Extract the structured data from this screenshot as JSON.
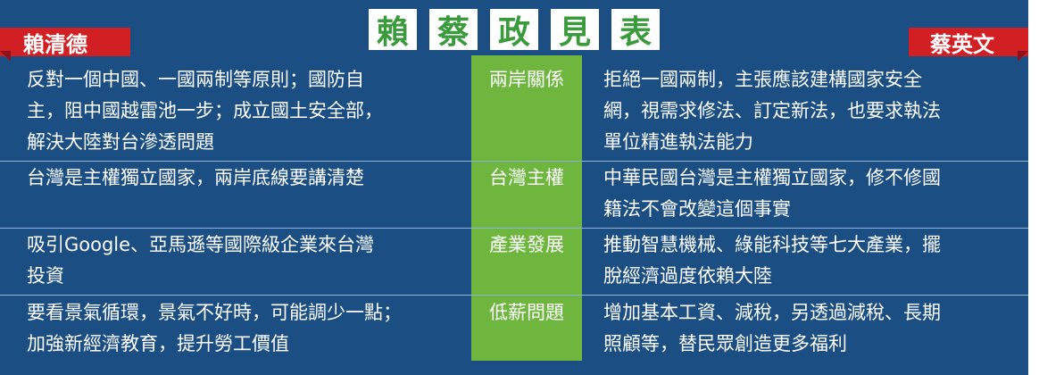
{
  "title_chars": [
    "賴",
    "蔡",
    "政",
    "見",
    "表"
  ],
  "left_name": "賴清德",
  "right_name": "蔡英文",
  "rows": [
    {
      "topic": "兩岸關係",
      "left": [
        "反對一個中國、一國兩制等原則；國防自",
        "主，阻中國越雷池一步；成立國土安全部，",
        "解決大陸對台滲透問題"
      ],
      "right": [
        "拒絕一國兩制，主張應該建構國家安全",
        "網，視需求修法、訂定新法，也要求執法",
        "單位精進執法能力"
      ]
    },
    {
      "topic": "台灣主權",
      "left": [
        "台灣是主權獨立國家，兩岸底線要講清楚"
      ],
      "right": [
        "中華民國台灣是主權獨立國家，修不修國",
        "籍法不會改變這個事實"
      ]
    },
    {
      "topic": "產業發展",
      "left": [
        "吸引Google、亞馬遜等國際級企業來台灣",
        "投資"
      ],
      "right": [
        "推動智慧機械、綠能科技等七大產業，擺",
        "脫經濟過度依賴大陸"
      ]
    },
    {
      "topic": "低薪問題",
      "left": [
        "要看景氣循環，景氣不好時，可能調少一點；",
        "加強新經濟教育，提升勞工價值"
      ],
      "right": [
        "增加基本工資、減稅，另透過減稅、長期",
        "照顧等，替民眾創造更多福利"
      ]
    }
  ],
  "colors": {
    "background": "#1b4e82",
    "title_text": "#3a9a3c",
    "center_column": "#6fb63f",
    "name_banner": "#d21f24"
  }
}
